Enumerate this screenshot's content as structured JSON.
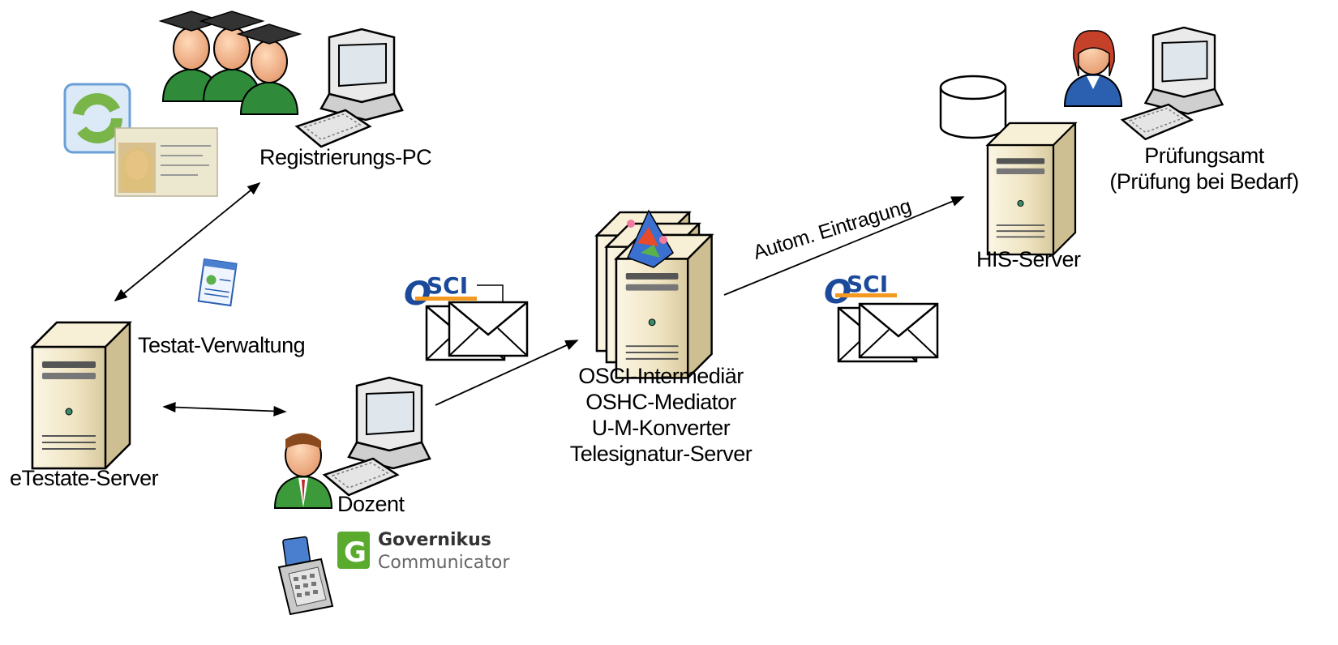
{
  "nodes": {
    "registrierungs_pc": "Registrierungs-PC",
    "testat_verwaltung": "Testat-Verwaltung",
    "etestate_server": "eTestate-Server",
    "dozent": "Dozent",
    "intermediaer": [
      "OSCI-Intermediär",
      "OSHC-Mediator",
      "U-M-Konverter",
      "Telesignatur-Server"
    ],
    "his_server": "HIS-Server",
    "pruefungsamt": [
      "Prüfungsamt",
      "(Prüfung bei Bedarf)"
    ]
  },
  "edges": {
    "autom_eintragung": "Autom. Eintragung"
  },
  "logos": {
    "osci": "OSCI",
    "governikus_title": "Governikus",
    "governikus_sub": "Communicator"
  },
  "colors": {
    "osci_blue": "#1b4a9a",
    "osci_orange": "#f29a1f",
    "governikus_green": "#5aaa2e",
    "server_beige": "#f1e7c8",
    "person_green": "#3d9a3a",
    "person_blue": "#2b5fb0",
    "person_hair_red": "#c6412a"
  },
  "icons": [
    "graduates-icon",
    "computer-icon",
    "id-card-icon",
    "server-icon",
    "document-icon",
    "person-icon",
    "envelope-icon",
    "osci-logo",
    "governikus-logo",
    "card-reader-icon",
    "database-icon"
  ]
}
